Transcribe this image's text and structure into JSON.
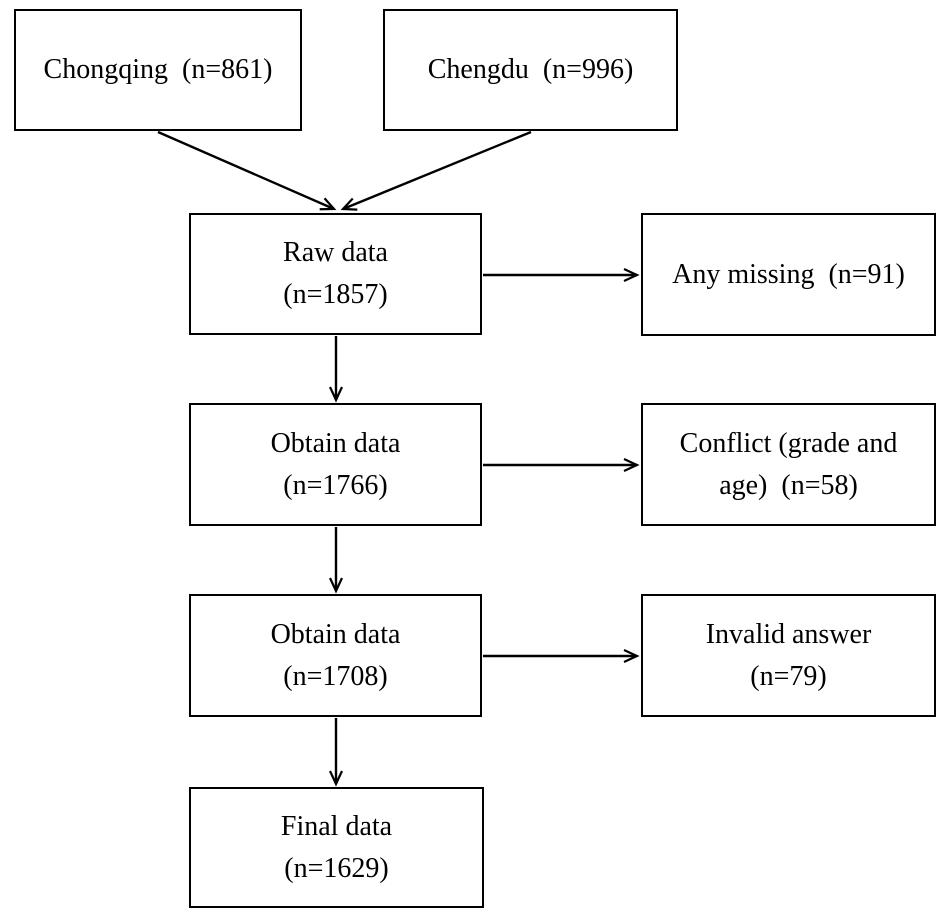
{
  "diagram": {
    "type": "flowchart",
    "colors": {
      "background": "#ffffff",
      "box_fill": "#ffffff",
      "stroke": "#000000",
      "text": "#000000"
    },
    "boxes": [
      {
        "name": "chongqing",
        "lines": [
          "Chongqing  (n=861)"
        ]
      },
      {
        "name": "chengdu",
        "lines": [
          "Chengdu  (n=996)"
        ]
      },
      {
        "name": "raw-data",
        "lines": [
          "Raw data",
          "(n=1857)"
        ]
      },
      {
        "name": "any-missing",
        "lines": [
          "Any missing  (n=91)"
        ]
      },
      {
        "name": "obtain-data-1766",
        "lines": [
          "Obtain data",
          "(n=1766)"
        ]
      },
      {
        "name": "conflict-grade-age",
        "lines": [
          "Conflict (grade and",
          "age)  (n=58)"
        ]
      },
      {
        "name": "obtain-data-1708",
        "lines": [
          "Obtain data",
          "(n=1708)"
        ]
      },
      {
        "name": "invalid-answer",
        "lines": [
          "Invalid answer",
          "(n=79)"
        ]
      },
      {
        "name": "final-data",
        "lines": [
          "Final data",
          "(n=1629)"
        ]
      }
    ],
    "edges": [
      {
        "from": "chongqing",
        "to": "raw-data"
      },
      {
        "from": "chengdu",
        "to": "raw-data"
      },
      {
        "from": "raw-data",
        "to": "any-missing"
      },
      {
        "from": "raw-data",
        "to": "obtain-data-1766"
      },
      {
        "from": "obtain-data-1766",
        "to": "conflict-grade-age"
      },
      {
        "from": "obtain-data-1766",
        "to": "obtain-data-1708"
      },
      {
        "from": "obtain-data-1708",
        "to": "invalid-answer"
      },
      {
        "from": "obtain-data-1708",
        "to": "final-data"
      }
    ]
  }
}
